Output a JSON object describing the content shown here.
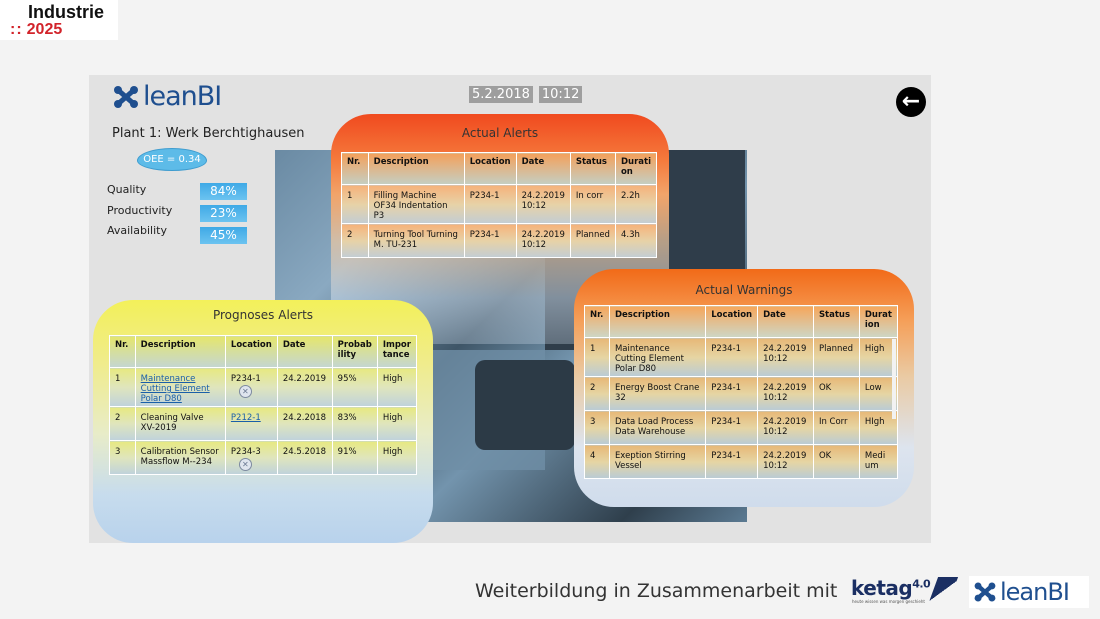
{
  "corner_logo": {
    "line1": "Industrie",
    "dots": "::",
    "line2": "2025"
  },
  "header": {
    "brand": "leanBI",
    "date": "5.2.2018",
    "time": "10:12",
    "back_icon": "arrow-left-icon"
  },
  "plant": {
    "title": "Plant 1: Werk Berchtighausen",
    "oee": "OEE = 0.34",
    "kpis": [
      {
        "label": "Quality",
        "value": "84%"
      },
      {
        "label": "Productivity",
        "value": "23%"
      },
      {
        "label": "Availability",
        "value": "45%"
      }
    ]
  },
  "actual_alerts": {
    "title": "Actual Alerts",
    "headers": [
      "Nr.",
      "Description",
      "Location",
      "Date",
      "Status",
      "Durati on"
    ],
    "rows": [
      [
        "1",
        "Filling Machine OF34 Indentation P3",
        "P234-1",
        "24.2.2019 10:12",
        "In corr",
        "2.2h"
      ],
      [
        "2",
        "Turning Tool Turning M.  TU-231",
        "P234-1",
        "24.2.2019 10:12",
        "Planned",
        "4.3h"
      ]
    ]
  },
  "actual_warnings": {
    "title": "Actual Warnings",
    "headers": [
      "Nr.",
      "Description",
      "Location",
      "Date",
      "Status",
      "Durat ion"
    ],
    "rows": [
      [
        "1",
        "Maintenance Cutting Element Polar D80",
        "P234-1",
        "24.2.2019 10:12",
        "Planned",
        "High"
      ],
      [
        "2",
        "Energy Boost Crane 32",
        "P234-1",
        "24.2.2019 10:12",
        "OK",
        "Low"
      ],
      [
        "3",
        "Data Load Process Data Warehouse",
        "P234-1",
        "24.2.2019 10:12",
        "In Corr",
        "HIgh"
      ],
      [
        "4",
        "Exeption Stirring Vessel",
        "P234-1",
        "24.2.2019 10:12",
        "OK",
        "Medi um"
      ]
    ]
  },
  "prognoses_alerts": {
    "title": "Prognoses Alerts",
    "headers": [
      "Nr.",
      "Description",
      "Location",
      "Date",
      "Probab ility",
      "Impor tance"
    ],
    "rows": [
      [
        "1",
        "Maintenance Cutting Element Polar D80",
        "P234-1",
        "24.2.2019",
        "95%",
        "High"
      ],
      [
        "2",
        "Cleaning Valve XV-2019",
        "P212-1",
        "24.2.2018",
        "83%",
        "High"
      ],
      [
        "3",
        "Calibration Sensor Massflow M--234",
        "P234-3",
        "24.5.2018",
        "91%",
        "High"
      ]
    ]
  },
  "footer": {
    "text": "Weiterbildung in Zusammenarbeit mit",
    "ketag": "ketag",
    "ketag_version": "4.0",
    "ketag_sub": "heute wissen was morgen geschieht",
    "partner": "leanBI"
  }
}
